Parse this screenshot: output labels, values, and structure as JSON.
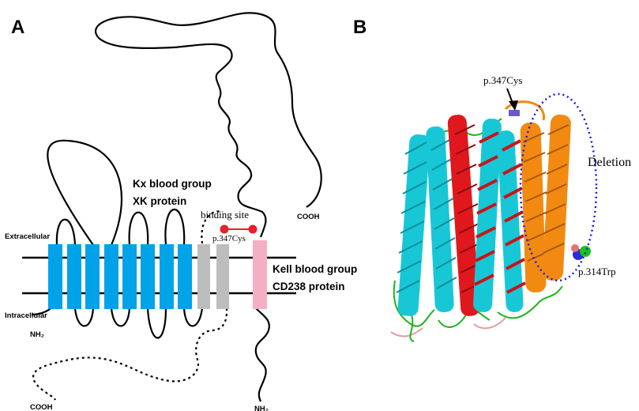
{
  "panels": {
    "a": {
      "letter": "A"
    },
    "b": {
      "letter": "B"
    }
  },
  "panel_a": {
    "kx_title_line1": "Kx blood group",
    "kx_title_line2": "XK protein",
    "kell_title_line1": "Kell blood group",
    "kell_title_line2": "CD238 protein",
    "extracellular": "Extracellular",
    "intracellular": "Intracellular",
    "binding_site": "binding site",
    "residue": "p.347Cys",
    "nh2_xk": "NH₂",
    "cooh_xk": "COOH",
    "cooh_kell": "COOH",
    "nh2_kell": "NH₂"
  },
  "panel_b": {
    "residue_top": "p.347Cys",
    "deletion": "Deletion",
    "residue_bottom": "p.314Trp"
  },
  "colors": {
    "helix_blue": "#00A2E8",
    "helix_grey": "#BDBDBD",
    "kell_pink": "#F4AFC4",
    "binding_red": "#E8202A",
    "cyan": "#17C7D6",
    "red": "#E0181E",
    "orange": "#F28A12",
    "green": "#1DB31D",
    "dots_blue": "#1A1AE6"
  }
}
